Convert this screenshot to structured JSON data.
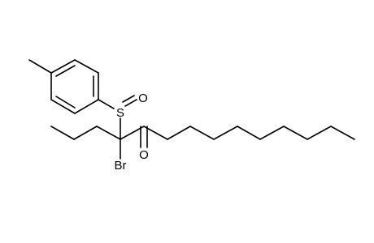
{
  "structure": {
    "atoms": {
      "sulfur": "S",
      "sulfinyl_oxygen": "O",
      "bromine": "Br",
      "ketone_oxygen": "O"
    }
  }
}
